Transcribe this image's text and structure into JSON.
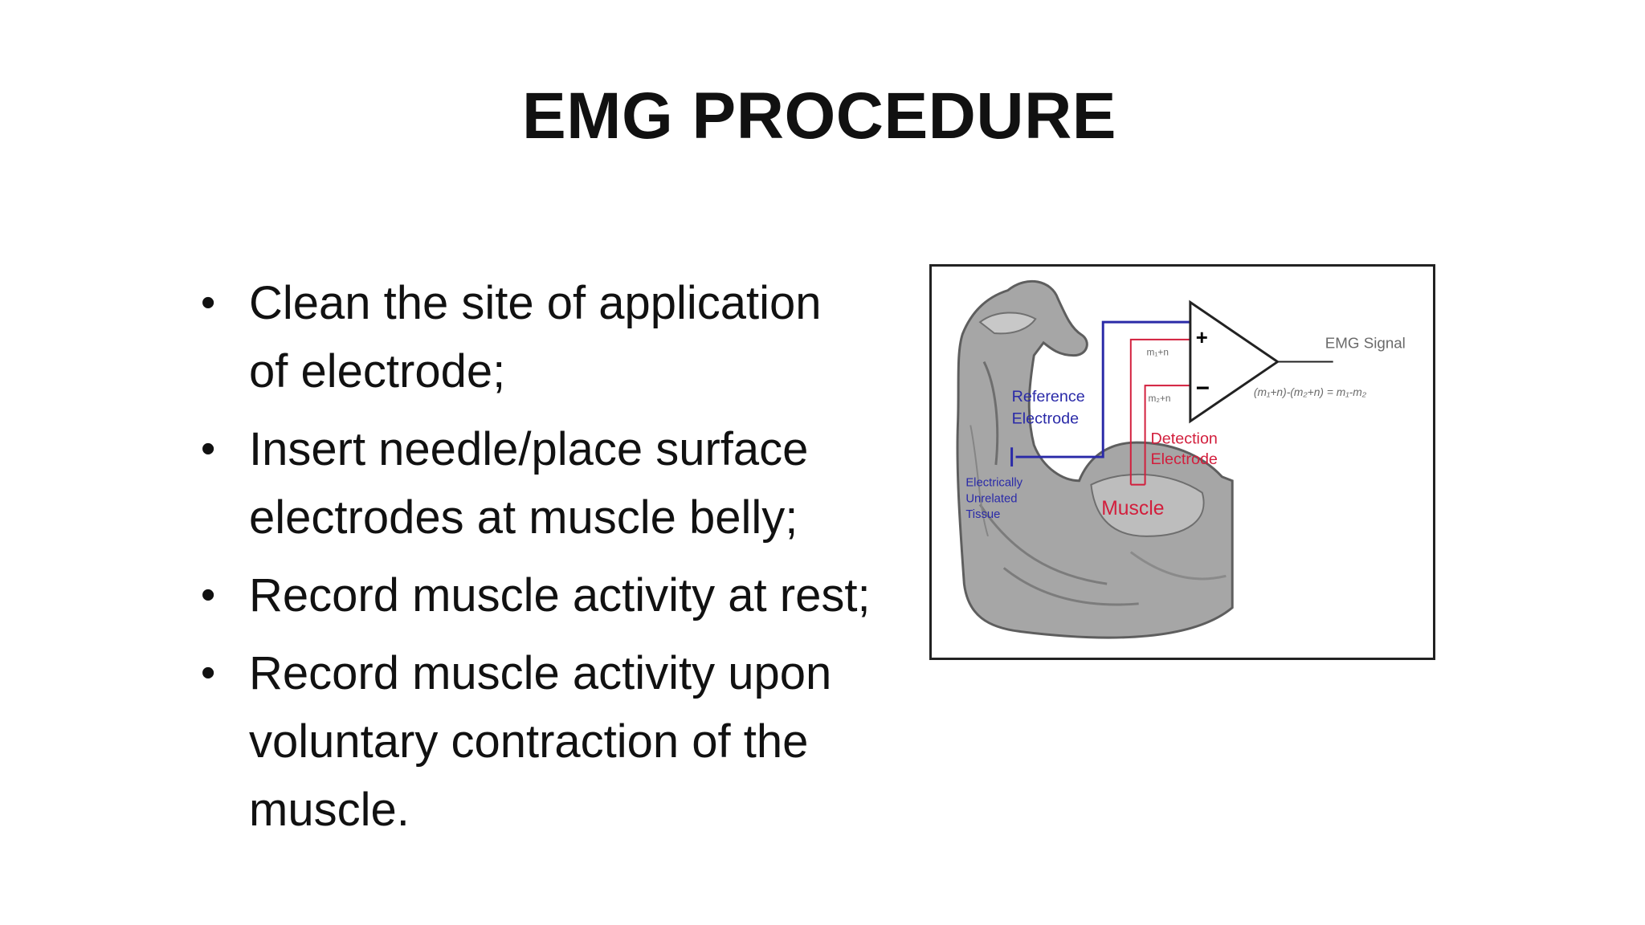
{
  "slide": {
    "title": "EMG PROCEDURE",
    "bullets": [
      "Clean the site of application of electrode;",
      "Insert needle/place surface electrodes at muscle belly;",
      "Record muscle activity at rest;",
      "Record muscle activity upon voluntary contraction of the muscle."
    ],
    "bullet_lines": [
      [
        "Clean the site of application",
        "of electrode;"
      ],
      [
        "Insert needle/place surface",
        "electrodes at muscle belly;"
      ],
      [
        "Record muscle activity at rest;"
      ],
      [
        "Record muscle activity upon",
        "voluntary contraction of the",
        "muscle."
      ]
    ]
  },
  "figure": {
    "reference_electrode": [
      "Reference",
      "Electrode"
    ],
    "detection_electrode": [
      "Detection",
      "Electrode"
    ],
    "tissue": [
      "Electrically",
      "Unrelated",
      "Tissue"
    ],
    "muscle": "Muscle",
    "plus": "+",
    "minus": "−",
    "input_top": "m₁+n",
    "input_bottom": "m₂+n",
    "output_label": "EMG Signal",
    "formula": "(m₁+n)-(m₂+n) = m₁-m₂",
    "colors": {
      "reference": "#2a2aa8",
      "detection": "#d21e3c",
      "arm": "#9a9a9a"
    }
  }
}
